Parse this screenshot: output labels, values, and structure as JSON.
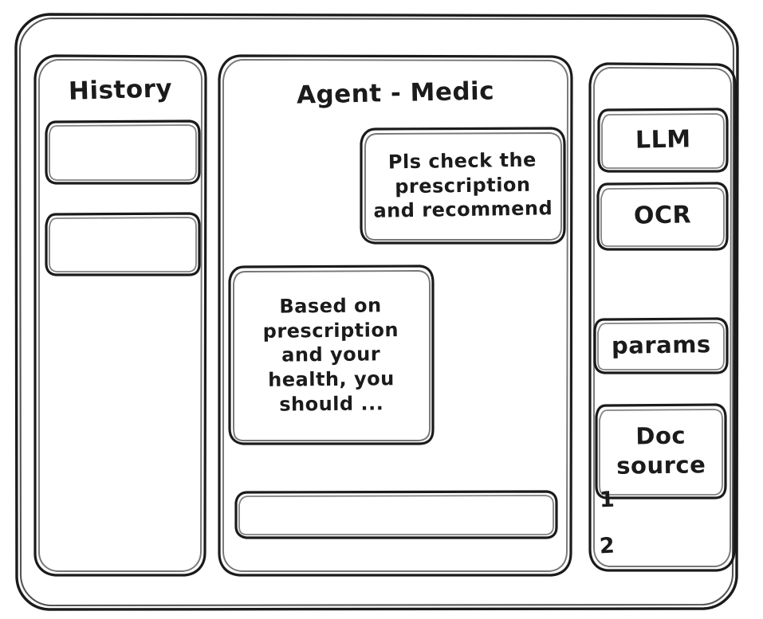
{
  "window": {
    "style": "hand-drawn-wireframe",
    "stroke_color": "#1b1b1b",
    "background_color": "#ffffff"
  },
  "sidebar_left": {
    "title": "History",
    "items": [
      {
        "label": ""
      },
      {
        "label": ""
      }
    ]
  },
  "main": {
    "title": "Agent - Medic",
    "messages": [
      {
        "role": "user",
        "text": "Pls check the\nprescription\nand recommend"
      },
      {
        "role": "assistant",
        "text": "Based on\nprescription\nand your\nhealth, you\nshould ..."
      }
    ],
    "composer": {
      "value": "",
      "placeholder": ""
    }
  },
  "sidebar_right": {
    "tools": [
      {
        "label": "LLM"
      },
      {
        "label": "OCR"
      },
      {
        "label": "params"
      }
    ],
    "doc_source": {
      "label": "Doc\nsource",
      "items": [
        {
          "label": "1"
        },
        {
          "label": "2"
        }
      ]
    }
  }
}
